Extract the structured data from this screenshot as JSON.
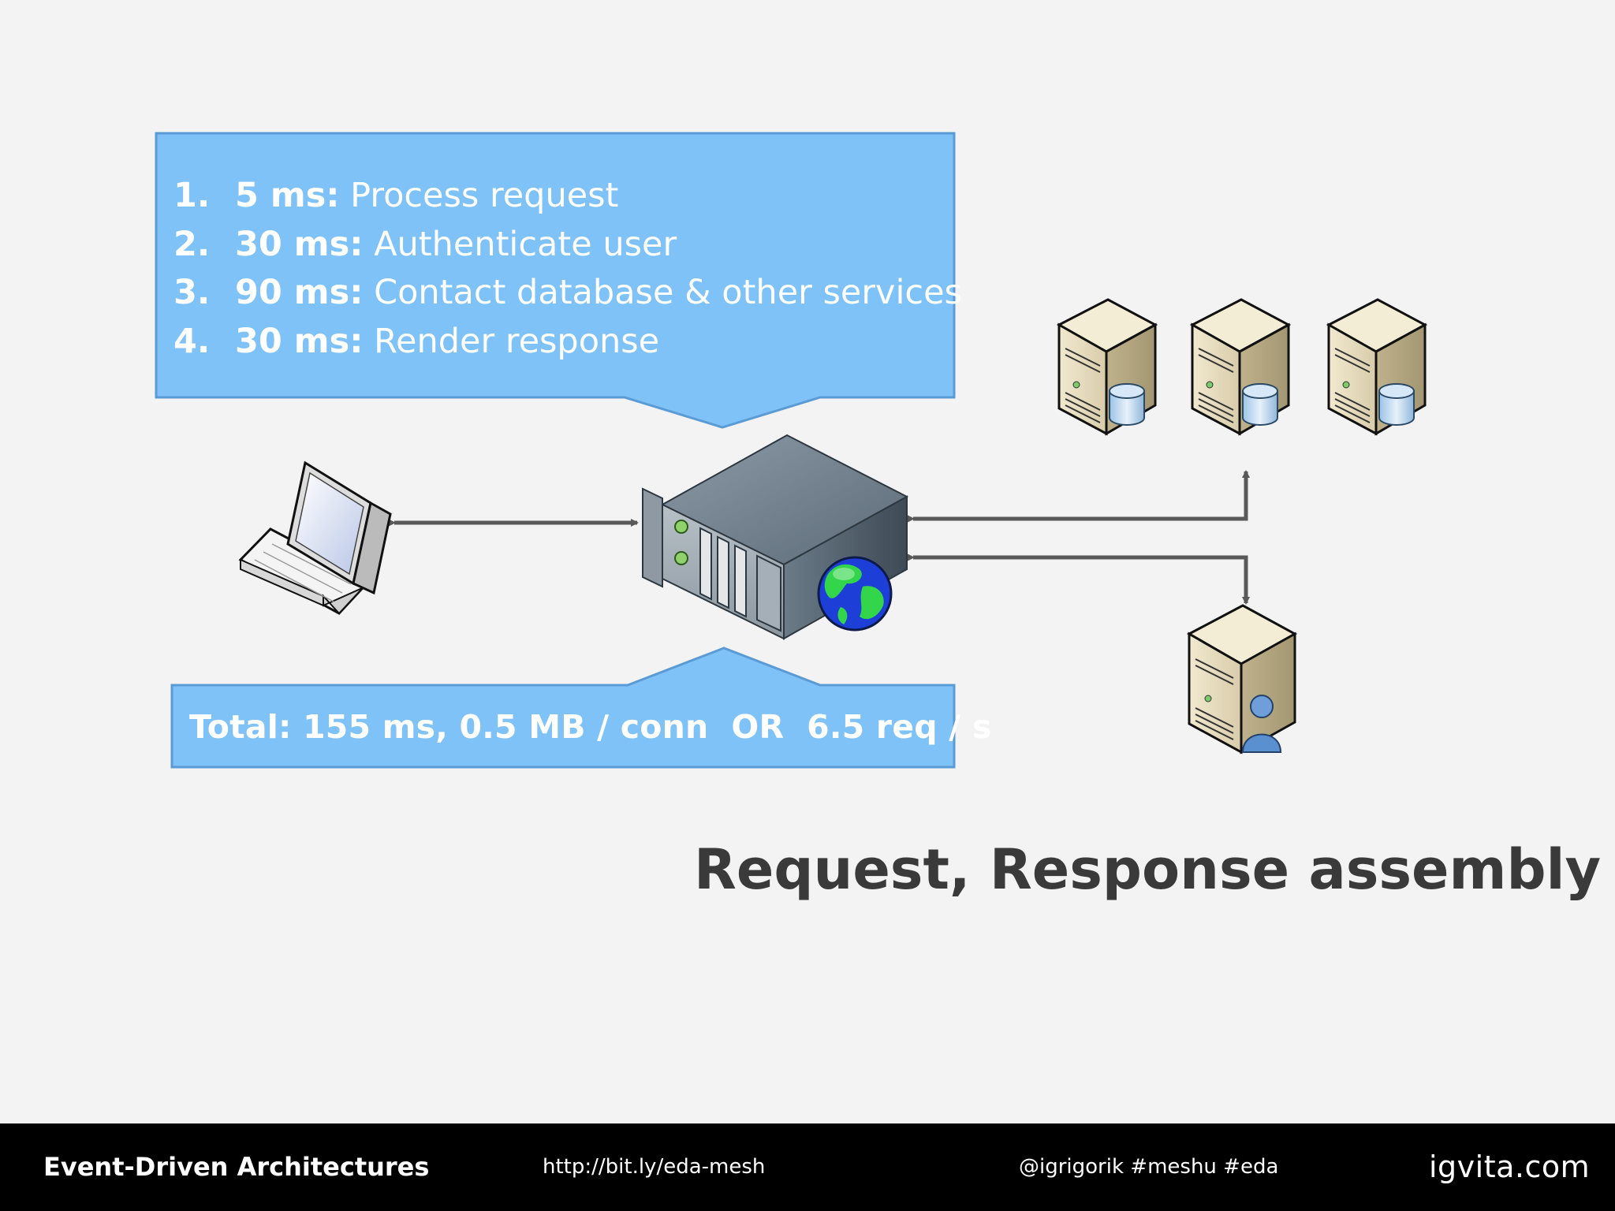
{
  "steps": [
    {
      "number": "1.",
      "duration": "5 ms:",
      "label": "Process request"
    },
    {
      "number": "2.",
      "duration": "30 ms:",
      "label": "Authenticate user"
    },
    {
      "number": "3.",
      "duration": "90 ms:",
      "label": "Contact database & other services"
    },
    {
      "number": "4.",
      "duration": "30 ms:",
      "label": "Render response"
    }
  ],
  "total": "Total: 155 ms, 0.5 MB / conn  OR  6.5 req / s",
  "title": "Request, Response assembly",
  "footer": {
    "title": "Event-Driven Architectures",
    "link": "http://bit.ly/eda-mesh",
    "handle": "@igrigorik #meshu #eda",
    "brand": "igvita.com"
  },
  "colors": {
    "callout_fill": "#7fc2f7",
    "callout_border": "#5b9bd5",
    "arrow": "#595959",
    "title": "#3a3a3a",
    "footer_bg": "#000000"
  },
  "icons": [
    "laptop-icon",
    "web-server-icon",
    "globe-icon",
    "database-server-icon",
    "user-directory-server-icon"
  ]
}
